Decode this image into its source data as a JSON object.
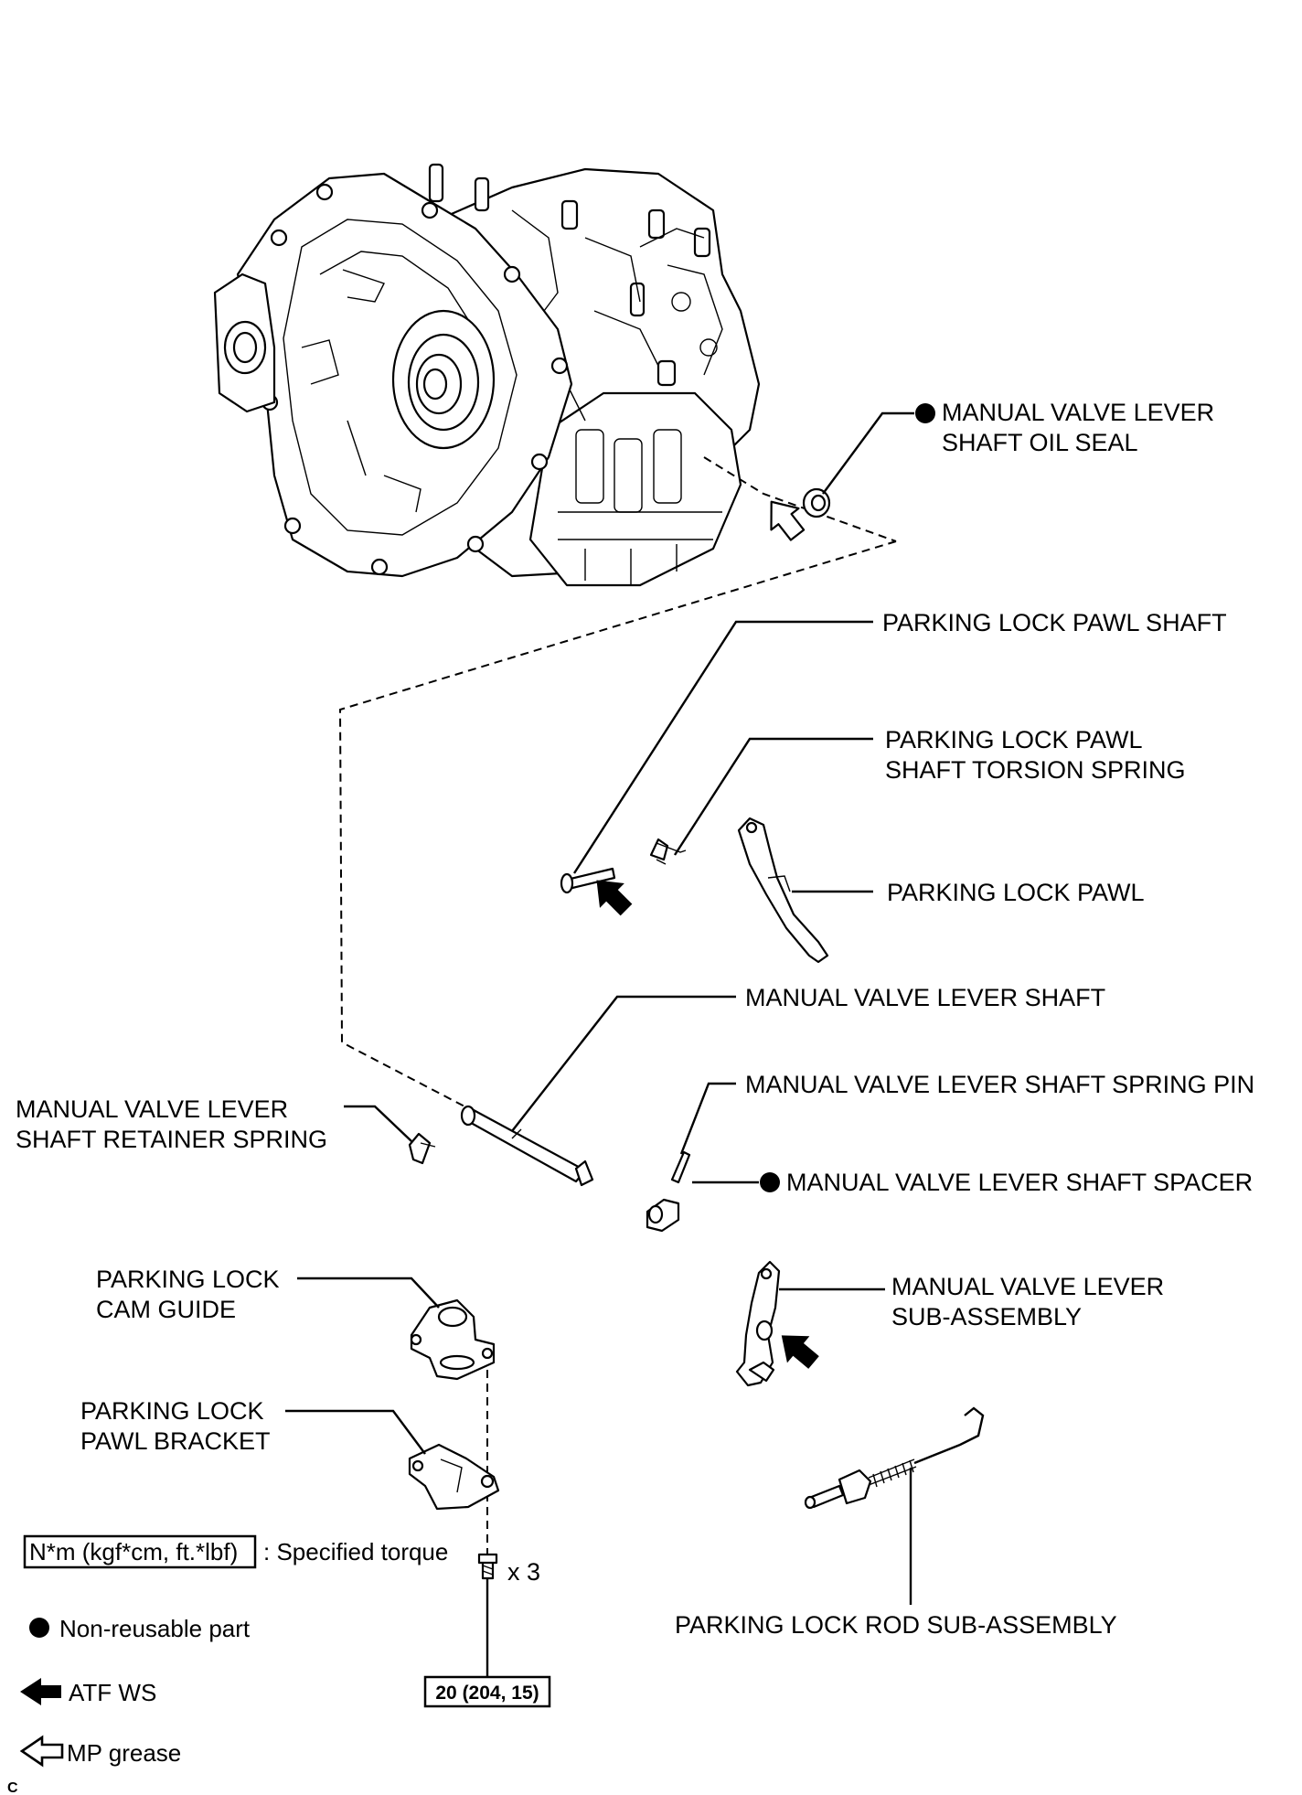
{
  "labels": {
    "oil_seal_line1": "MANUAL VALVE LEVER",
    "oil_seal_line2": "SHAFT OIL SEAL",
    "pawl_shaft": "PARKING LOCK PAWL SHAFT",
    "torsion_spring_line1": "PARKING LOCK PAWL",
    "torsion_spring_line2": "SHAFT TORSION SPRING",
    "pawl": "PARKING LOCK PAWL",
    "lever_shaft": "MANUAL VALVE LEVER SHAFT",
    "spring_pin": "MANUAL VALVE LEVER SHAFT SPRING PIN",
    "retainer_line1": "MANUAL VALVE LEVER",
    "retainer_line2": "SHAFT RETAINER SPRING",
    "spacer": "MANUAL VALVE LEVER SHAFT SPACER",
    "cam_guide_line1": "PARKING LOCK",
    "cam_guide_line2": "CAM GUIDE",
    "lever_sub_line1": "MANUAL VALVE LEVER",
    "lever_sub_line2": "SUB-ASSEMBLY",
    "pawl_bracket_line1": "PARKING LOCK",
    "pawl_bracket_line2": "PAWL BRACKET",
    "rod_sub": "PARKING LOCK ROD SUB-ASSEMBLY",
    "bolt_qty": "x 3",
    "torque_value": "20 (204, 15)",
    "corner_code": "C"
  },
  "legend": {
    "torque_box": "N*m (kgf*cm, ft.*lbf)",
    "torque_text": ": Specified torque",
    "non_reusable": "Non-reusable part",
    "atf_ws": "ATF WS",
    "mp_grease": "MP grease"
  },
  "icons": [
    "non-reusable-dot-icon",
    "atf-ws-arrow-icon",
    "mp-grease-arrow-icon"
  ],
  "colors": {
    "ink": "#000000",
    "paper": "#ffffff"
  }
}
